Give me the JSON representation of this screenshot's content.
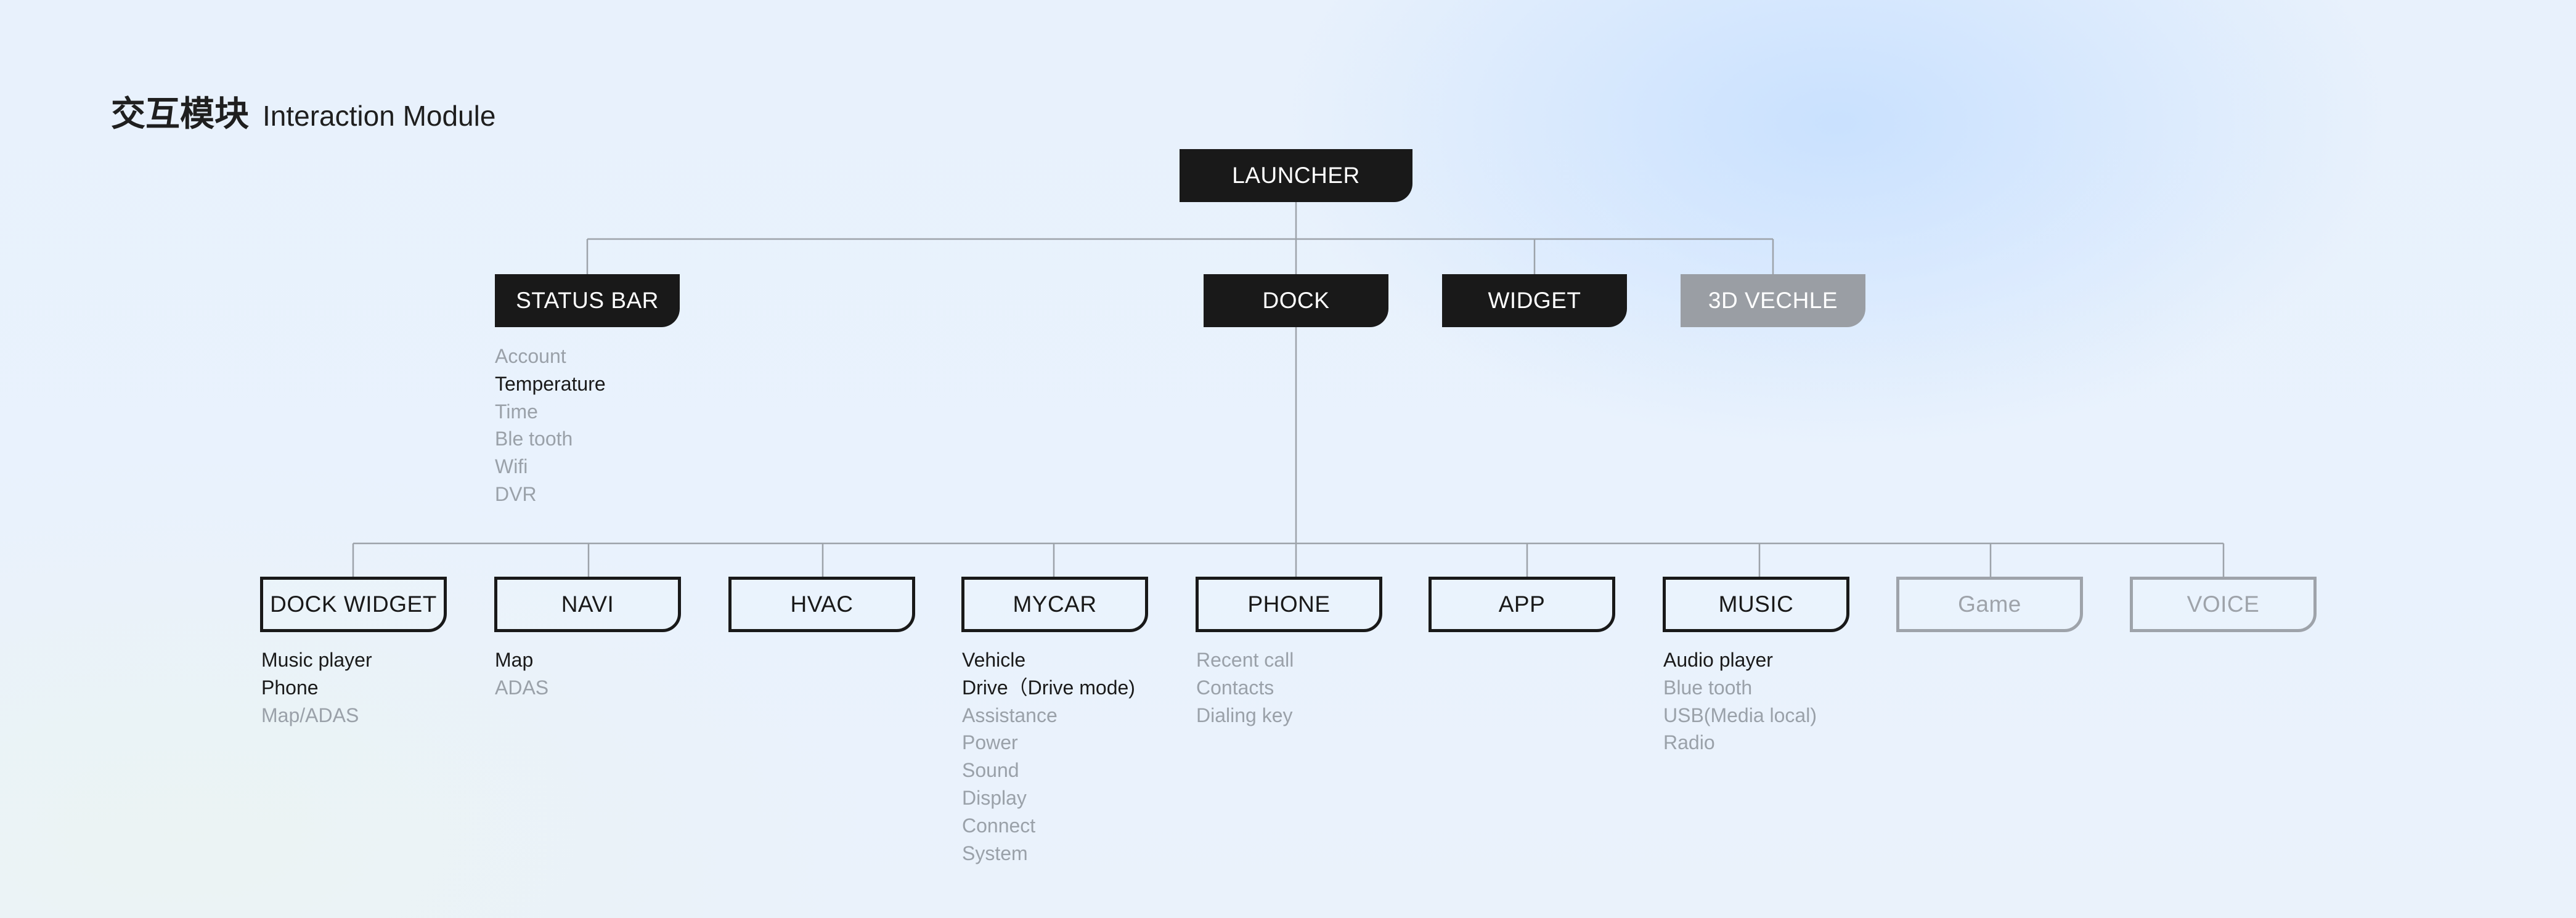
{
  "header": {
    "title_cn": "交互模块",
    "title_en": "Interaction Module"
  },
  "colors": {
    "dark": "#191919",
    "muted": "#9ea3aa",
    "connector": "#9da3aa",
    "background": "#e8f1fc"
  },
  "root": {
    "label": "LAUNCHER"
  },
  "level1": [
    {
      "id": "status_bar",
      "label": "STATUS BAR",
      "style": "solid",
      "children": [
        {
          "label": "Account",
          "active": false
        },
        {
          "label": "Temperature",
          "active": true
        },
        {
          "label": "Time",
          "active": false
        },
        {
          "label": "Ble tooth",
          "active": false
        },
        {
          "label": "Wifi",
          "active": false
        },
        {
          "label": "DVR",
          "active": false
        }
      ]
    },
    {
      "id": "dock",
      "label": "DOCK",
      "style": "solid"
    },
    {
      "id": "widget",
      "label": "WIDGET",
      "style": "solid"
    },
    {
      "id": "vechle",
      "label": "3D VECHLE",
      "style": "solid-grey"
    }
  ],
  "level2": [
    {
      "id": "dock_widget",
      "label": "DOCK WIDGET",
      "style": "outline",
      "children": [
        {
          "label": "Music player",
          "active": true
        },
        {
          "label": "Phone",
          "active": true
        },
        {
          "label": "Map/ADAS",
          "active": false
        }
      ]
    },
    {
      "id": "navi",
      "label": "NAVI",
      "style": "outline",
      "children": [
        {
          "label": "Map",
          "active": true
        },
        {
          "label": "ADAS",
          "active": false
        }
      ]
    },
    {
      "id": "hvac",
      "label": "HVAC",
      "style": "outline",
      "children": []
    },
    {
      "id": "mycar",
      "label": "MYCAR",
      "style": "outline",
      "children": [
        {
          "label": "Vehicle",
          "active": true
        },
        {
          "label": "Drive（Drive mode)",
          "active": true
        },
        {
          "label": "Assistance",
          "active": false
        },
        {
          "label": "Power",
          "active": false
        },
        {
          "label": "Sound",
          "active": false
        },
        {
          "label": "Display",
          "active": false
        },
        {
          "label": "Connect",
          "active": false
        },
        {
          "label": "System",
          "active": false
        }
      ]
    },
    {
      "id": "phone",
      "label": "PHONE",
      "style": "outline",
      "children": [
        {
          "label": "Recent call",
          "active": false
        },
        {
          "label": "Contacts",
          "active": false
        },
        {
          "label": "Dialing key",
          "active": false
        }
      ]
    },
    {
      "id": "app",
      "label": "APP",
      "style": "outline",
      "children": []
    },
    {
      "id": "music",
      "label": "MUSIC",
      "style": "outline",
      "children": [
        {
          "label": "Audio player",
          "active": true
        },
        {
          "label": "Blue tooth",
          "active": false
        },
        {
          "label": "USB(Media local)",
          "active": false
        },
        {
          "label": "Radio",
          "active": false
        }
      ]
    },
    {
      "id": "game",
      "label": "Game",
      "style": "outline-grey",
      "children": []
    },
    {
      "id": "voice",
      "label": "VOICE",
      "style": "outline-grey",
      "children": []
    }
  ]
}
